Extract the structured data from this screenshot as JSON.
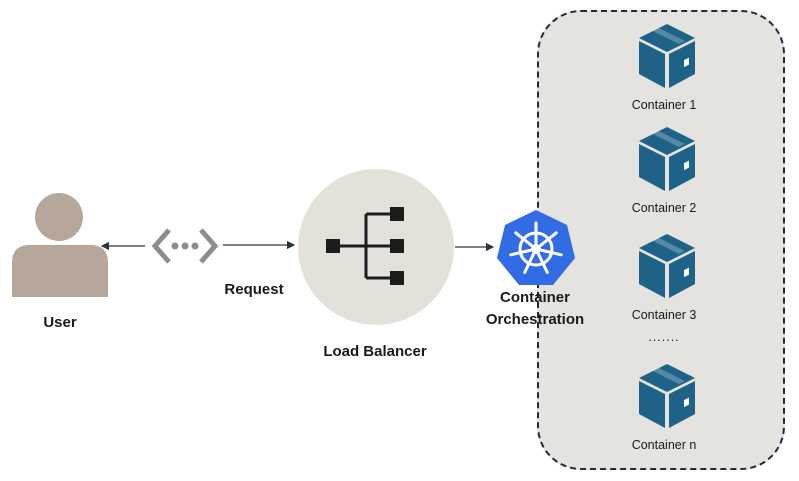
{
  "nodes": {
    "user": {
      "label": "User"
    },
    "request": {
      "label": "Request"
    },
    "load_balancer": {
      "label": "Load Balancer"
    },
    "orchestration": {
      "label_line1": "Container",
      "label_line2": "Orchestration"
    }
  },
  "containers": [
    {
      "label": "Container 1"
    },
    {
      "label": "Container 2"
    },
    {
      "label": "Container 3"
    },
    {
      "label": "Container n"
    }
  ],
  "ellipsis": ".......",
  "colors": {
    "user_fill": "#b5a79a",
    "lb_circle": "#e4e1db",
    "lb_icon": "#1c1c1c",
    "k8s_blue": "#326ce5",
    "container_blue": "#1f6288",
    "cluster_bg": "#e4e3df",
    "arrow": "#2b3340"
  },
  "icons": {
    "user": "person-icon",
    "request": "network-request-icon",
    "load_balancer": "load-balancer-icon",
    "orchestration": "kubernetes-helm-icon",
    "container": "box-icon"
  }
}
